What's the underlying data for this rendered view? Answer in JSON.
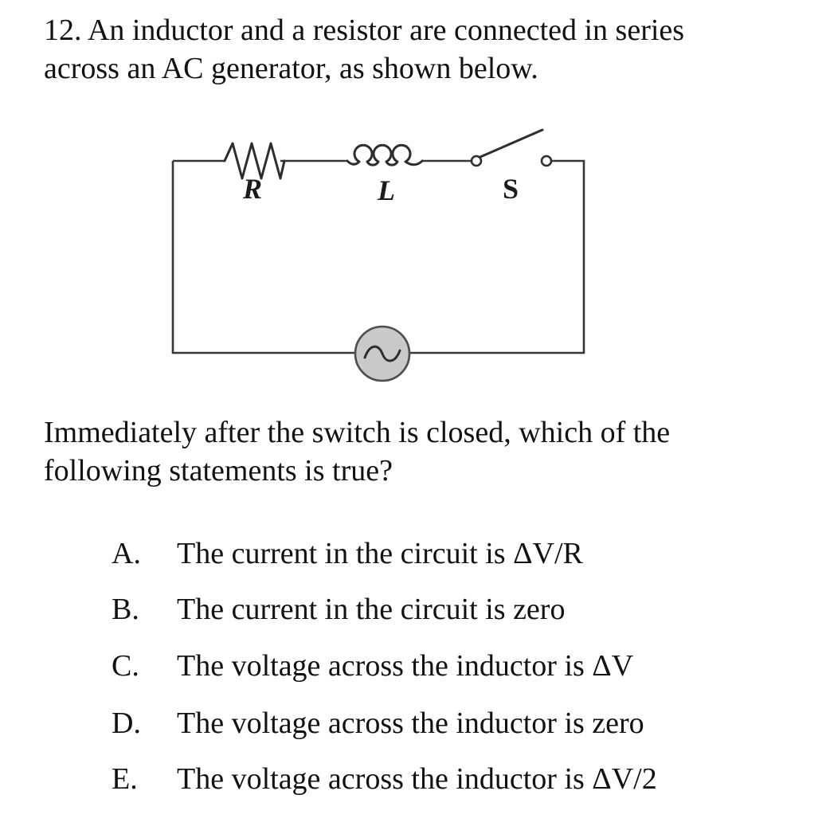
{
  "question": {
    "lines": [
      "12. An inductor and a resistor are connected in series",
      "across an AC generator, as shown below."
    ]
  },
  "circuit": {
    "labels": {
      "resistor": "R",
      "inductor": "L",
      "switch": "S"
    }
  },
  "prompt": {
    "lines": [
      "Immediately after the switch is closed, which of the",
      "following statements is true?"
    ]
  },
  "choices": [
    {
      "letter": "A.",
      "text": "The current in the circuit is ΔV/R"
    },
    {
      "letter": "B.",
      "text": "The current in the circuit is zero"
    },
    {
      "letter": "C.",
      "text": "The voltage across the inductor is ΔV"
    },
    {
      "letter": "D.",
      "text": "The voltage across the inductor is zero"
    },
    {
      "letter": "E.",
      "text": "The voltage across the inductor is ΔV/2"
    }
  ],
  "colors": {
    "background": "#ffffff",
    "text": "#121212",
    "wire": "#383838",
    "generator_fill": "#c9c9c9",
    "generator_stroke": "#4d4d4d"
  }
}
